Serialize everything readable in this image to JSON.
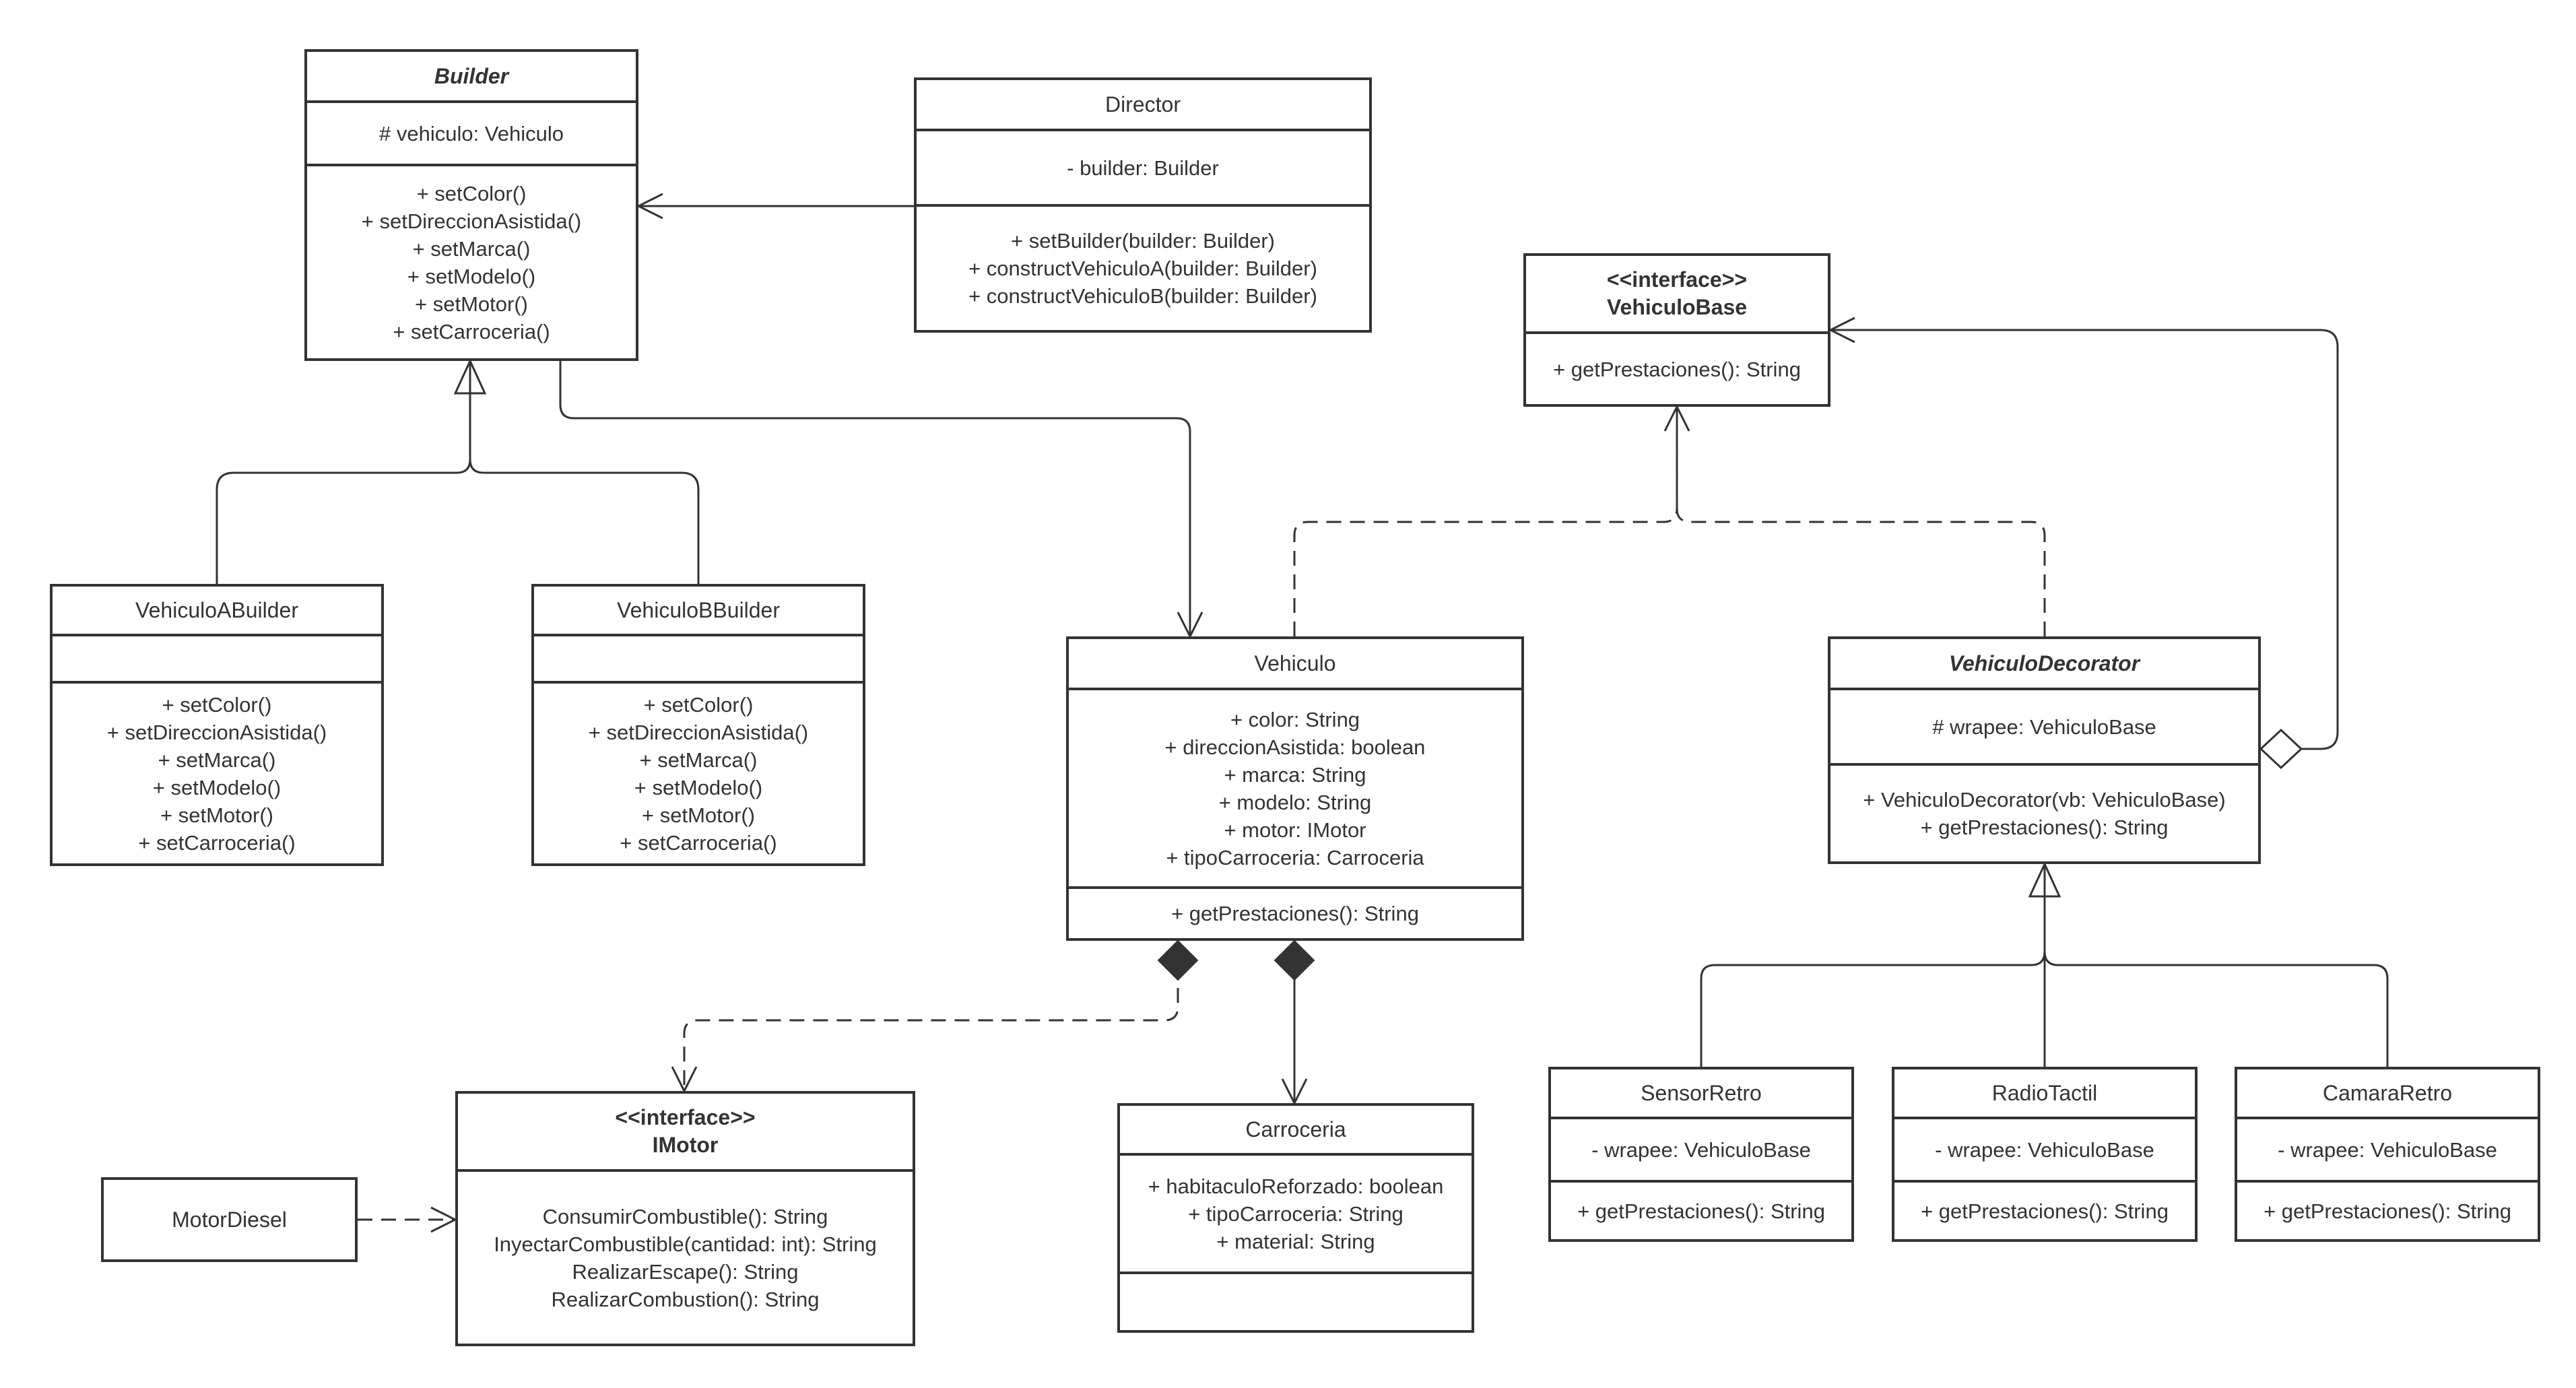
{
  "classes": {
    "builder": {
      "name": "Builder",
      "attrs": [
        "# vehiculo: Vehiculo"
      ],
      "methods": [
        "+ setColor()",
        "+ setDireccionAsistida()",
        "+ setMarca()",
        "+ setModelo()",
        "+ setMotor()",
        "+ setCarroceria()"
      ]
    },
    "director": {
      "name": "Director",
      "attrs": [
        "- builder: Builder"
      ],
      "methods": [
        "+ setBuilder(builder: Builder)",
        "+ constructVehiculoA(builder: Builder)",
        "+ constructVehiculoB(builder: Builder)"
      ]
    },
    "vehiculo_base": {
      "stereotype": "<<interface>>",
      "name": "VehiculoBase",
      "methods": [
        "+ getPrestaciones(): String"
      ]
    },
    "vehiculo_a_builder": {
      "name": "VehiculoABuilder",
      "attrs": [],
      "methods": [
        "+ setColor()",
        "+ setDireccionAsistida()",
        "+ setMarca()",
        "+ setModelo()",
        "+ setMotor()",
        "+ setCarroceria()"
      ]
    },
    "vehiculo_b_builder": {
      "name": "VehiculoBBuilder",
      "attrs": [],
      "methods": [
        "+ setColor()",
        "+ setDireccionAsistida()",
        "+ setMarca()",
        "+ setModelo()",
        "+ setMotor()",
        "+ setCarroceria()"
      ]
    },
    "vehiculo": {
      "name": "Vehiculo",
      "attrs": [
        "+ color: String",
        "+ direccionAsistida: boolean",
        "+ marca: String",
        "+ modelo: String",
        "+ motor: IMotor",
        "+ tipoCarroceria: Carroceria"
      ],
      "methods": [
        "+ getPrestaciones(): String"
      ]
    },
    "vehiculo_decorator": {
      "name": "VehiculoDecorator",
      "attrs": [
        "# wrapee: VehiculoBase"
      ],
      "methods": [
        "+ VehiculoDecorator(vb: VehiculoBase)",
        "+ getPrestaciones(): String"
      ]
    },
    "imotor": {
      "stereotype": "<<interface>>",
      "name": "IMotor",
      "methods": [
        "ConsumirCombustible(): String",
        "InyectarCombustible(cantidad: int): String",
        "RealizarEscape(): String",
        "RealizarCombustion(): String"
      ]
    },
    "motor_diesel": {
      "name": "MotorDiesel"
    },
    "carroceria": {
      "name": "Carroceria",
      "attrs": [
        "+ habitaculoReforzado: boolean",
        "+ tipoCarroceria: String",
        "+ material: String"
      ],
      "methods": []
    },
    "sensor_retro": {
      "name": "SensorRetro",
      "attrs": [
        "- wrapee: VehiculoBase"
      ],
      "methods": [
        "+ getPrestaciones(): String"
      ]
    },
    "radio_tactil": {
      "name": "RadioTactil",
      "attrs": [
        "- wrapee: VehiculoBase"
      ],
      "methods": [
        "+ getPrestaciones(): String"
      ]
    },
    "camara_retro": {
      "name": "CamaraRetro",
      "attrs": [
        "- wrapee: VehiculoBase"
      ],
      "methods": [
        "+ getPrestaciones(): String"
      ]
    }
  },
  "colors": {
    "line": "#333333",
    "text": "#333333",
    "fill": "#ffffff"
  }
}
